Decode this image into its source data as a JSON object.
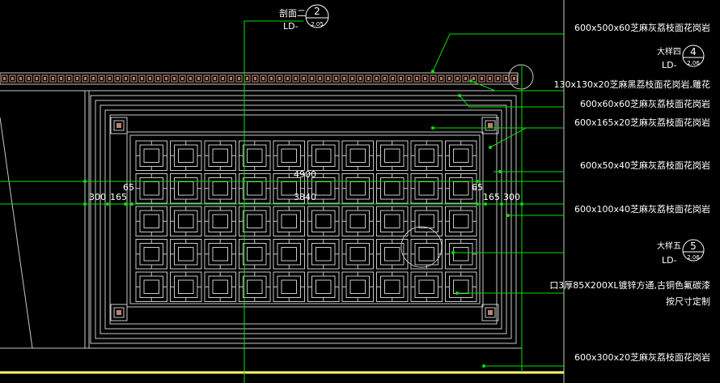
{
  "drawing": {
    "section_marker": {
      "prefix": "剖面二",
      "number": "2",
      "sheet_prefix": "LD-",
      "sheet": "2.05"
    },
    "detail_markers": [
      {
        "title": "大样四",
        "number": "4",
        "sheet_prefix": "LD-",
        "sheet": "2.06"
      },
      {
        "title": "大样五",
        "number": "5",
        "sheet_prefix": "LD-",
        "sheet": "2.06"
      }
    ],
    "callouts": [
      "600x500x60芝麻灰荔枝面花岗岩",
      "130x130x20芝麻黑荔枝面花岗岩,雕花",
      "600x60x60芝麻灰荔枝面花岗岩",
      "600x165x20芝麻灰荔枝面花岗岩",
      "600x50x40芝麻灰荔枝面花岗岩",
      "600x100x40芝麻灰荔枝面花岗岩",
      "口3厚85X200XL镀锌方通,古铜色氟碳漆",
      "按尺寸定制",
      "600x300x20芝麻灰荔枝面花岗岩"
    ],
    "dimensions": {
      "overall": "4900",
      "inner": "3840",
      "left_outer": "300",
      "left_mid": "165",
      "left_inner": "65",
      "right_inner": "65",
      "right_mid": "165",
      "right_outer": "300"
    },
    "colors": {
      "background": "#000000",
      "leader": "#00e000",
      "frame": "#c8c8c8",
      "brick": "#b07a6a",
      "ground": "#ffff70",
      "text": "#ffffff"
    }
  }
}
